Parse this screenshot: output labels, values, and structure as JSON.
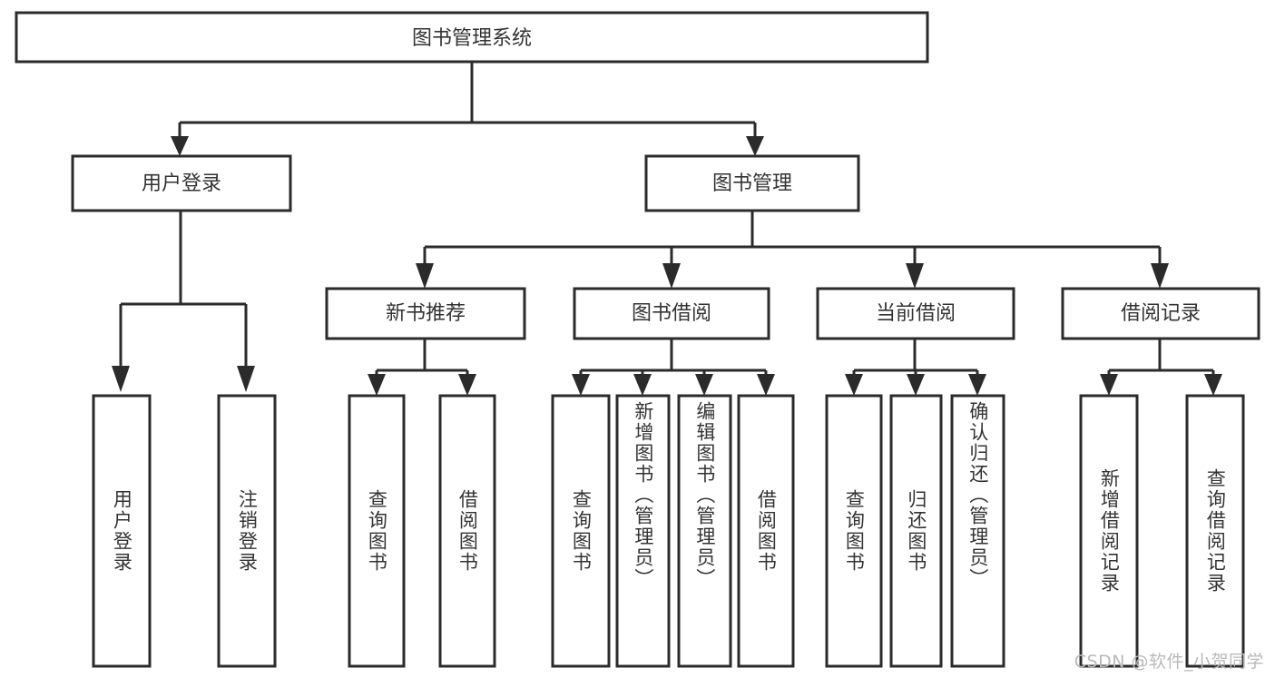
{
  "diagram": {
    "type": "tree-hierarchy",
    "title": "图书管理系统",
    "root": {
      "label": "图书管理系统",
      "children": [
        {
          "label": "用户登录",
          "children": [
            {
              "label": "用户登录"
            },
            {
              "label": "注销登录"
            }
          ]
        },
        {
          "label": "图书管理",
          "children": [
            {
              "label": "新书推荐",
              "children": [
                {
                  "label": "查询图书"
                },
                {
                  "label": "借阅图书"
                }
              ]
            },
            {
              "label": "图书借阅",
              "children": [
                {
                  "label": "查询图书"
                },
                {
                  "label": "新增图书（管理员）"
                },
                {
                  "label": "编辑图书（管理员）"
                },
                {
                  "label": "借阅图书"
                }
              ]
            },
            {
              "label": "当前借阅",
              "children": [
                {
                  "label": "查询图书"
                },
                {
                  "label": "归还图书"
                },
                {
                  "label": "确认归还（管理员）"
                }
              ]
            },
            {
              "label": "借阅记录",
              "children": [
                {
                  "label": "新增借阅记录"
                },
                {
                  "label": "查询借阅记录"
                }
              ]
            }
          ]
        }
      ]
    },
    "nodes": {
      "root": {
        "label": "图书管理系统"
      },
      "level1": [
        {
          "label": "用户登录"
        },
        {
          "label": "图书管理"
        }
      ],
      "level2": [
        {
          "label": "新书推荐"
        },
        {
          "label": "图书借阅"
        },
        {
          "label": "当前借阅"
        },
        {
          "label": "借阅记录"
        }
      ],
      "leaves": [
        {
          "label": "用户登录"
        },
        {
          "label": "注销登录"
        },
        {
          "label": "查询图书"
        },
        {
          "label": "借阅图书"
        },
        {
          "label": "查询图书"
        },
        {
          "label": "新增图书（管理员）"
        },
        {
          "label": "编辑图书（管理员）"
        },
        {
          "label": "借阅图书"
        },
        {
          "label": "查询图书"
        },
        {
          "label": "归还图书"
        },
        {
          "label": "确认归还（管理员）"
        },
        {
          "label": "新增借阅记录"
        },
        {
          "label": "查询借阅记录"
        }
      ]
    },
    "colors": {
      "stroke": "#2b2b2b",
      "fill": "#ffffff",
      "text": "#333333",
      "watermark": "#b9b9b9",
      "background": "#ffffff"
    }
  },
  "watermark": {
    "text": "CSDN @软件_小贺同学"
  }
}
